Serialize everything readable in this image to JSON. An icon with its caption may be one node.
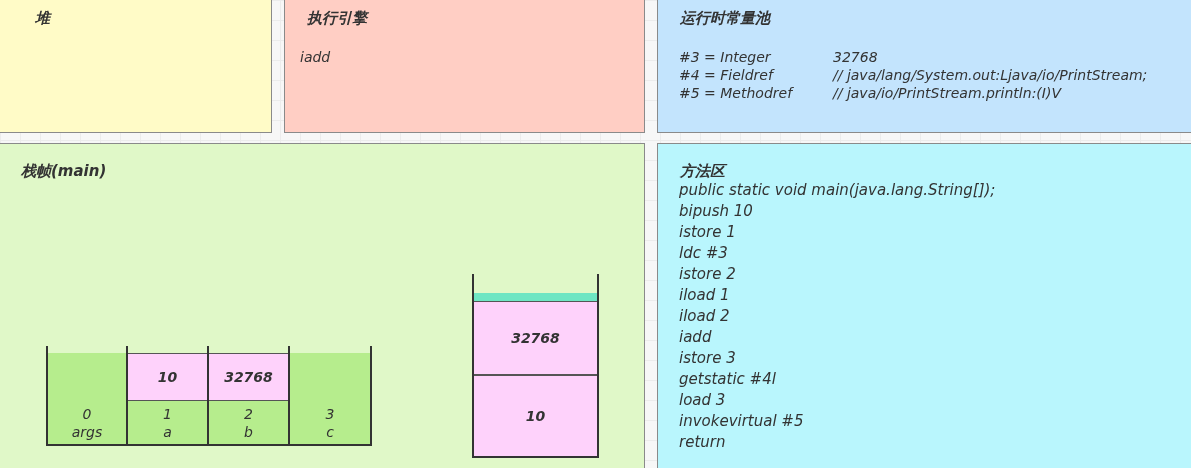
{
  "diagram": {
    "nodes": [
      {
        "text": [
          "堆"
        ]
      },
      {
        "text": [
          "执行引擎",
          "iadd"
        ]
      },
      {
        "text": [
          "运行时常量池",
          "#3 = Integer",
          "32768",
          "#4 = Fieldref",
          "// java/lang/System.out:Ljava/io/PrintStream;",
          "#5 = Methodref",
          "// java/io/PrintStream.println:(I)V"
        ]
      },
      {
        "text": [
          "栈帧(main)"
        ]
      },
      {
        "text": [
          "10"
        ],
        "in": 3
      },
      {
        "text": [
          "32768"
        ],
        "in": 3
      },
      {
        "text": [
          "0",
          "args"
        ],
        "in": 3
      },
      {
        "text": [
          "1",
          "a"
        ],
        "in": 3
      },
      {
        "text": [
          "2",
          "b"
        ],
        "in": 3
      },
      {
        "text": [
          "3",
          "c"
        ],
        "in": 3
      },
      {
        "text": [
          "32768"
        ],
        "in": 3
      },
      {
        "text": [
          "10"
        ],
        "in": 3
      },
      {
        "text": [
          "方法区",
          "public static void main(java.lang.String[]);",
          "bipush 10",
          "istore 1",
          "ldc #3",
          "istore 2",
          "iload 1",
          "iload 2",
          "iadd",
          "istore 3",
          "getstatic #4l",
          "load 3",
          "invokevirtual #5",
          "return"
        ]
      }
    ],
    "edges": []
  }
}
